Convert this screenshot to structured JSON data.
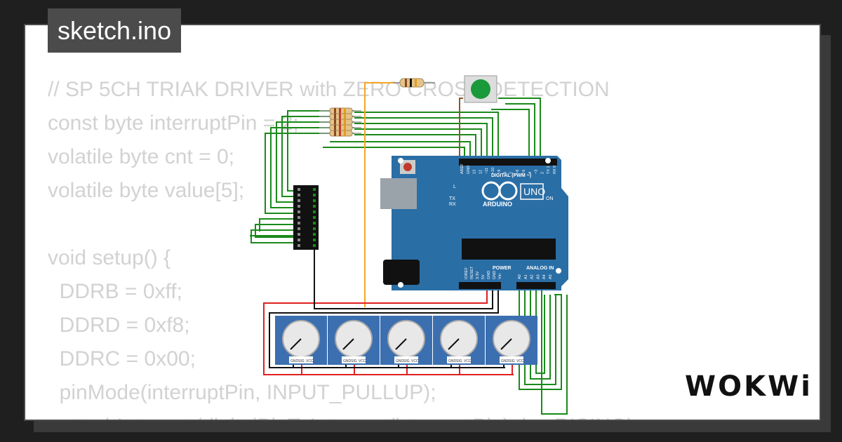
{
  "file_tab": {
    "label": "sketch.ino"
  },
  "code_lines": [
    "// SP 5CH TRIAK DRIVER with ZERO CROSS DETECTION",
    "const byte interruptPin = 2;",
    "volatile byte cnt = 0;",
    "volatile byte value[5];",
    "",
    "void setup() {",
    "  DDRB = 0xff;",
    "  DDRD = 0xf8;",
    "  DDRC = 0x00;",
    "  pinMode(interruptPin, INPUT_PULLUP);",
    "  attachInterrupt(digitalPinToInterrupt(interruptPin), isr, RISING);"
  ],
  "board": {
    "model": "UNO",
    "brand": "ARDUINO",
    "header_label": "DIGITAL (PWM ~)",
    "power_label": "POWER",
    "analog_label": "ANALOG IN",
    "on_label": "ON",
    "l_label": "L",
    "tx_label": "TX",
    "rx_label": "RX",
    "digital_pins": [
      "AREF",
      "GND",
      "13",
      "12",
      "~11",
      "~10",
      "~9",
      "8",
      "7",
      "~6",
      "~5",
      "4",
      "~3",
      "2",
      "TX 1",
      "RX 0"
    ],
    "power_pins": [
      "IOREF",
      "RESET",
      "3.3V",
      "5V",
      "GND",
      "GND",
      "Vin"
    ],
    "analog_pins": [
      "A0",
      "A1",
      "A2",
      "A3",
      "A4",
      "A5"
    ]
  },
  "potentiometers": [
    {
      "pins": [
        "GND",
        "SIG",
        "VCC"
      ]
    },
    {
      "pins": [
        "GND",
        "SIG",
        "VCC"
      ]
    },
    {
      "pins": [
        "GND",
        "SIG",
        "VCC"
      ]
    },
    {
      "pins": [
        "GND",
        "SIG",
        "VCC"
      ]
    },
    {
      "pins": [
        "GND",
        "SIG",
        "VCC"
      ]
    }
  ],
  "brand_logo": "WOKWi",
  "colors": {
    "board": "#2a6ea6",
    "wire_green": "#1a8a1a",
    "wire_red": "#e02020",
    "wire_black": "#111111",
    "wire_orange": "#f5a623",
    "button_green": "#1a9a3a",
    "pot_blue": "#3b6fb0"
  }
}
